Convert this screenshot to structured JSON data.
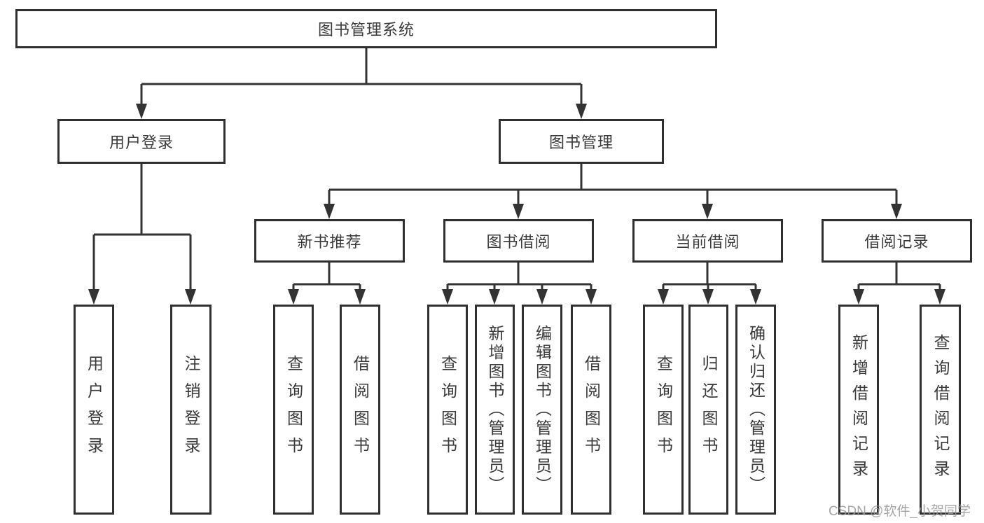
{
  "chart": {
    "title": "图书管理系统",
    "branches": {
      "user_login": {
        "label": "用户登录",
        "children": [
          "用户登录",
          "注销登录"
        ]
      },
      "book_management": {
        "label": "图书管理",
        "children": {
          "new_book_recommend": {
            "label": "新书推荐",
            "children": [
              "查询图书",
              "借阅图书"
            ]
          },
          "book_borrowing": {
            "label": "图书借阅",
            "children": [
              "查询图书",
              "新增图书（管理员）",
              "编辑图书（管理员）",
              "借阅图书"
            ]
          },
          "current_borrowing": {
            "label": "当前借阅",
            "children": [
              "查询图书",
              "归还图书",
              "确认归还（管理员）"
            ]
          },
          "borrow_records": {
            "label": "借阅记录",
            "children": [
              "新增借阅记录",
              "查询借阅记录"
            ]
          }
        }
      }
    }
  },
  "watermark": "CSDN @软件_小贺同学",
  "colors": {
    "line": "#333333",
    "box_border": "#303030",
    "text": "#3a3a3a",
    "watermark": "#969696",
    "background": "#ffffff"
  }
}
